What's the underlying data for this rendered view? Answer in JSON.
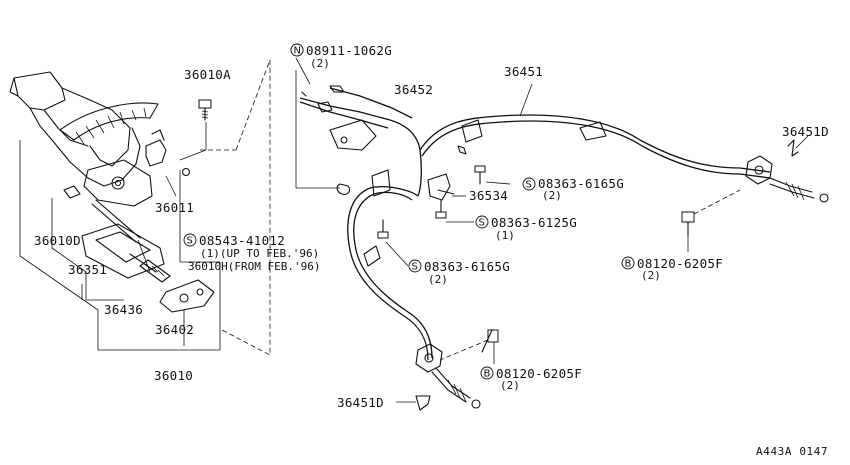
{
  "labels": {
    "l36010A": "36010A",
    "l08911": "08911-1062G",
    "l08911q": "(2)",
    "l36452": "36452",
    "l36451": "36451",
    "l36451Dr": "36451D",
    "l36011": "36011",
    "l08363a": "08363-6165G",
    "l08363aq": "(2)",
    "l36534": "36534",
    "l08363b": "08363-6125G",
    "l08363bq": "(1)",
    "l36010D": "36010D",
    "l08543": "08543-41012",
    "l08543n1": "(1)(UP TO FEB.'96)",
    "l08543n2": "36010H(FROM FEB.'96)",
    "l36351": "36351",
    "l08363c": "08363-6165G",
    "l08363cq": "(2)",
    "l08120a": "08120-6205F",
    "l08120aq": "(2)",
    "l36436": "36436",
    "l36402": "36402",
    "l36010": "36010",
    "l08120b": "08120-6205F",
    "l08120bq": "(2)",
    "l36451Db": "36451D",
    "ref": "A443A 0147"
  },
  "symbols": {
    "n": "N",
    "s": "S",
    "b": "B"
  }
}
